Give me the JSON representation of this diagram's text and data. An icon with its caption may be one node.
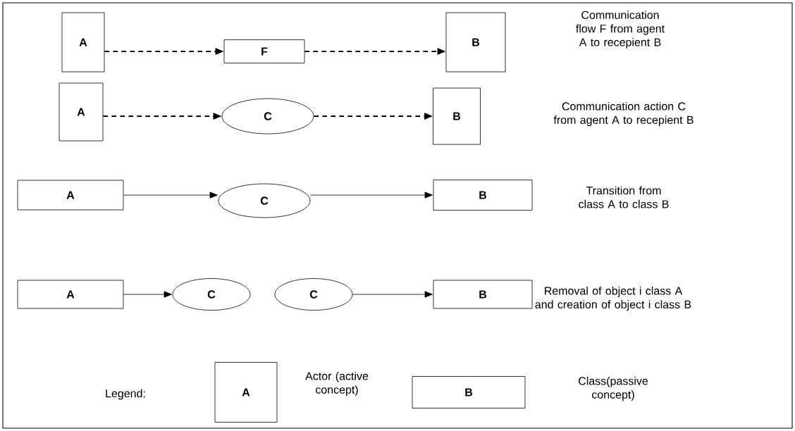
{
  "diagram": {
    "nodes": [
      {
        "text": [
          "A"
        ]
      },
      {
        "text": [
          "F"
        ]
      },
      {
        "text": [
          "B"
        ]
      },
      {
        "text": [
          "A"
        ]
      },
      {
        "text": [
          "C"
        ]
      },
      {
        "text": [
          "B"
        ]
      },
      {
        "text": [
          "A"
        ]
      },
      {
        "text": [
          "C"
        ]
      },
      {
        "text": [
          "B"
        ]
      },
      {
        "text": [
          "A"
        ]
      },
      {
        "text": [
          "C"
        ]
      },
      {
        "text": [
          "C"
        ]
      },
      {
        "text": [
          "B"
        ]
      }
    ],
    "edges": [
      {
        "from": 0,
        "to": 1,
        "arrow": "to",
        "style": "dashed"
      },
      {
        "from": 1,
        "to": 2,
        "arrow": "to",
        "style": "dashed"
      },
      {
        "from": 3,
        "to": 4,
        "arrow": "to",
        "style": "dashed"
      },
      {
        "from": 4,
        "to": 5,
        "arrow": "to",
        "style": "dashed"
      },
      {
        "from": 6,
        "to": 7,
        "arrow": "to"
      },
      {
        "from": 7,
        "to": 8,
        "arrow": "to"
      },
      {
        "from": 9,
        "to": 10,
        "arrow": "to"
      },
      {
        "from": 11,
        "to": 12,
        "arrow": "to"
      }
    ],
    "labels": [
      "Communication flow F from agent A to recepient B",
      "Communication action C  from agent A to recepient B",
      "Transition  from class A to class  B",
      "Removal of object i class A and creation of object i class B",
      "Legend:",
      "A",
      "B"
    ],
    "legend": [
      {
        "text": "Actor (active concept)"
      },
      {
        "text": "Class(passive concept)"
      }
    ]
  }
}
